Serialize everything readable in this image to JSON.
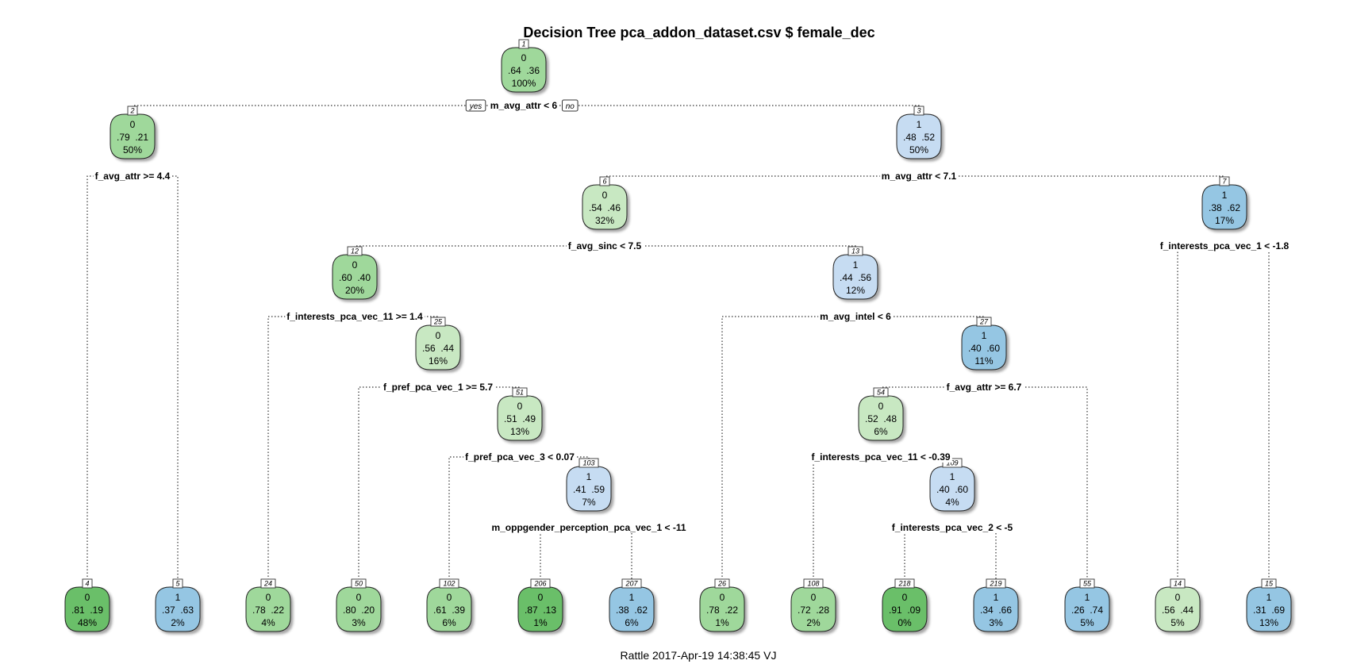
{
  "title": "Decision Tree pca_addon_dataset.csv $ female_dec",
  "footer": "Rattle 2017-Apr-19 14:38:45 VJ",
  "branch_labels": {
    "yes": "yes",
    "no": "no"
  },
  "colors": {
    "green_dark": "#6abf69",
    "green_mid": "#9fd89b",
    "green_light": "#c8e8c2",
    "blue_dark": "#95c6e3",
    "blue_light": "#c6dcf2",
    "edge": "#333333"
  },
  "nodes": [
    {
      "id": "1",
      "cls": "0",
      "p": ".64  .36",
      "pct": "100%",
      "shade": "green_mid",
      "split": "m_avg_attr < 6"
    },
    {
      "id": "2",
      "cls": "0",
      "p": ".79  .21",
      "pct": "50%",
      "shade": "green_mid",
      "split": "f_avg_attr >= 4.4"
    },
    {
      "id": "3",
      "cls": "1",
      "p": ".48  .52",
      "pct": "50%",
      "shade": "blue_light",
      "split": "m_avg_attr < 7.1"
    },
    {
      "id": "6",
      "cls": "0",
      "p": ".54  .46",
      "pct": "32%",
      "shade": "green_light",
      "split": "f_avg_sinc < 7.5"
    },
    {
      "id": "7",
      "cls": "1",
      "p": ".38  .62",
      "pct": "17%",
      "shade": "blue_dark",
      "split": "f_interests_pca_vec_1 < -1.8"
    },
    {
      "id": "12",
      "cls": "0",
      "p": ".60  .40",
      "pct": "20%",
      "shade": "green_mid",
      "split": "f_interests_pca_vec_11 >= 1.4"
    },
    {
      "id": "13",
      "cls": "1",
      "p": ".44  .56",
      "pct": "12%",
      "shade": "blue_light",
      "split": "m_avg_intel < 6"
    },
    {
      "id": "25",
      "cls": "0",
      "p": ".56  .44",
      "pct": "16%",
      "shade": "green_light",
      "split": "f_pref_pca_vec_1 >= 5.7"
    },
    {
      "id": "27",
      "cls": "1",
      "p": ".40  .60",
      "pct": "11%",
      "shade": "blue_dark",
      "split": "f_avg_attr >= 6.7"
    },
    {
      "id": "51",
      "cls": "0",
      "p": ".51  .49",
      "pct": "13%",
      "shade": "green_light",
      "split": "f_pref_pca_vec_3 < 0.07"
    },
    {
      "id": "54",
      "cls": "0",
      "p": ".52  .48",
      "pct": "6%",
      "shade": "green_light",
      "split": "f_interests_pca_vec_11 < -0.39"
    },
    {
      "id": "103",
      "cls": "1",
      "p": ".41  .59",
      "pct": "7%",
      "shade": "blue_light",
      "split": "m_oppgender_perception_pca_vec_1 < -11"
    },
    {
      "id": "109",
      "cls": "1",
      "p": ".40  .60",
      "pct": "4%",
      "shade": "blue_light",
      "split": "f_interests_pca_vec_2 < -5"
    },
    {
      "id": "4",
      "cls": "0",
      "p": ".81  .19",
      "pct": "48%",
      "shade": "green_dark"
    },
    {
      "id": "5",
      "cls": "1",
      "p": ".37  .63",
      "pct": "2%",
      "shade": "blue_dark"
    },
    {
      "id": "24",
      "cls": "0",
      "p": ".78  .22",
      "pct": "4%",
      "shade": "green_mid"
    },
    {
      "id": "50",
      "cls": "0",
      "p": ".80  .20",
      "pct": "3%",
      "shade": "green_mid"
    },
    {
      "id": "102",
      "cls": "0",
      "p": ".61  .39",
      "pct": "6%",
      "shade": "green_mid"
    },
    {
      "id": "206",
      "cls": "0",
      "p": ".87  .13",
      "pct": "1%",
      "shade": "green_dark"
    },
    {
      "id": "207",
      "cls": "1",
      "p": ".38  .62",
      "pct": "6%",
      "shade": "blue_dark"
    },
    {
      "id": "26",
      "cls": "0",
      "p": ".78  .22",
      "pct": "1%",
      "shade": "green_mid"
    },
    {
      "id": "108",
      "cls": "0",
      "p": ".72  .28",
      "pct": "2%",
      "shade": "green_mid"
    },
    {
      "id": "218",
      "cls": "0",
      "p": ".91  .09",
      "pct": "0%",
      "shade": "green_dark"
    },
    {
      "id": "219",
      "cls": "1",
      "p": ".34  .66",
      "pct": "3%",
      "shade": "blue_dark"
    },
    {
      "id": "55",
      "cls": "1",
      "p": ".26  .74",
      "pct": "5%",
      "shade": "blue_dark"
    },
    {
      "id": "14",
      "cls": "0",
      "p": ".56  .44",
      "pct": "5%",
      "shade": "green_light"
    },
    {
      "id": "15",
      "cls": "1",
      "p": ".31  .69",
      "pct": "13%",
      "shade": "blue_dark"
    }
  ]
}
